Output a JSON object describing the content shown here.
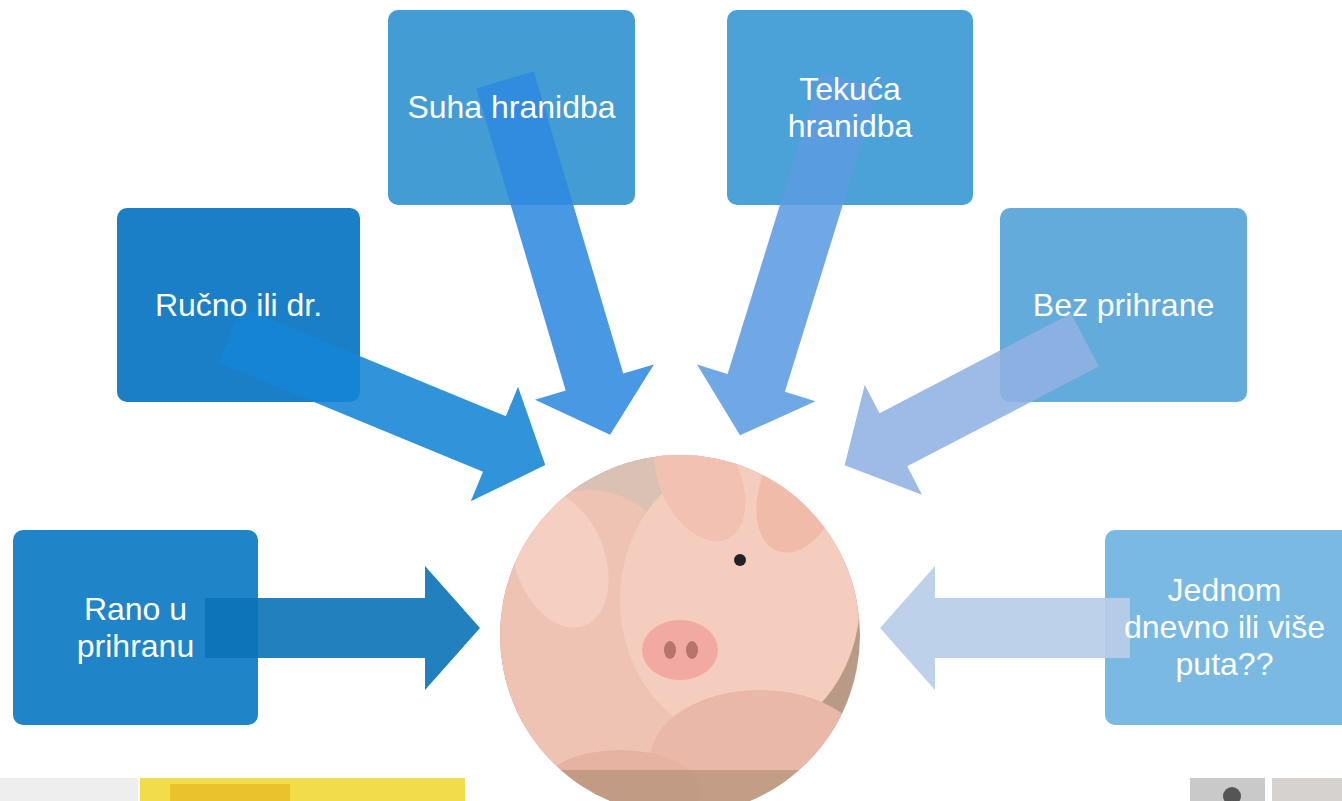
{
  "diagram": {
    "nodes": [
      {
        "text": [
          "Rano u prihranu"
        ]
      },
      {
        "text": [
          "Ručno ili dr."
        ]
      },
      {
        "text": [
          "Suha hranidba"
        ]
      },
      {
        "text": [
          "Tekuća hranidba"
        ]
      },
      {
        "text": [
          "Bez prihrane"
        ]
      },
      {
        "text": [
          "Jednom dnevno ili više puta??"
        ]
      }
    ]
  }
}
